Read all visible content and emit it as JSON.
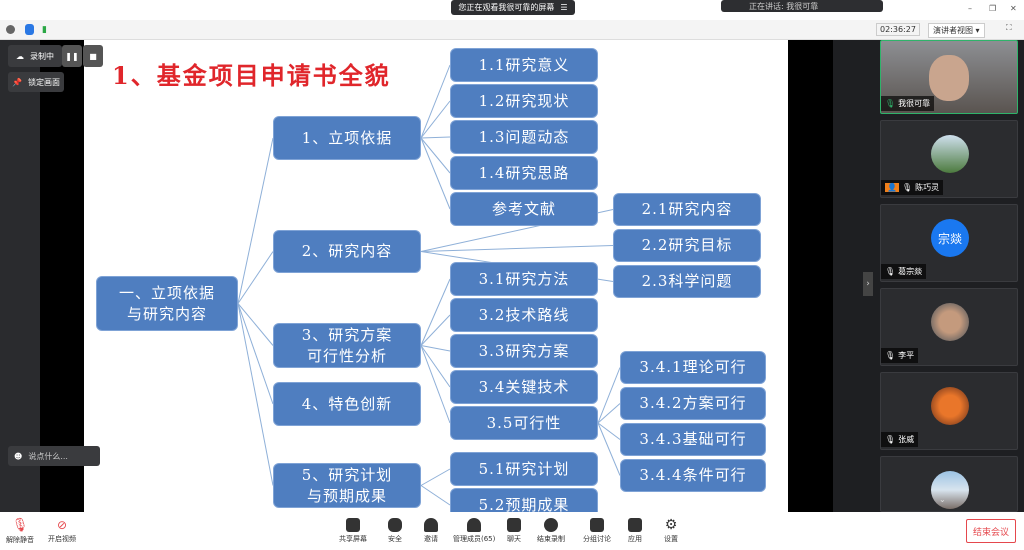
{
  "top": {
    "screen_notice": "您正在观看我很可靠的屏幕",
    "speaking": "正在讲话: 我很可靠",
    "window_controls": [
      "–",
      "❐",
      "✕"
    ]
  },
  "info": {
    "timer": "02:36:27",
    "view_mode": "演讲者视图"
  },
  "left": {
    "recording": "录制中",
    "pin": "锁定画面",
    "chat_placeholder": "说点什么..."
  },
  "slide": {
    "title": "1、基金项目申请书全貌",
    "root": "一、立项依据\n与研究内容",
    "level1": [
      "1、立项依据",
      "2、研究内容",
      "3、研究方案\n可行性分析",
      "4、特色创新",
      "5、研究计划\n与预期成果"
    ],
    "sub1": [
      "1.1研究意义",
      "1.2研究现状",
      "1.3问题动态",
      "1.4研究思路",
      "参考文献"
    ],
    "sub2": [
      "2.1研究内容",
      "2.2研究目标",
      "2.3科学问题"
    ],
    "sub3": [
      "3.1研究方法",
      "3.2技术路线",
      "3.3研究方案",
      "3.4关键技术",
      "3.5可行性"
    ],
    "sub34": [
      "3.4.1理论可行",
      "3.4.2方案可行",
      "3.4.3基础可行",
      "3.4.4条件可行"
    ],
    "sub5": [
      "5.1研究计划",
      "5.2预期成果"
    ]
  },
  "participants": [
    {
      "name": "我很可靠"
    },
    {
      "name": "陈巧灵"
    },
    {
      "name": "葛宗燚",
      "avatar_text": "宗燚"
    },
    {
      "name": "李平"
    },
    {
      "name": "张威"
    }
  ],
  "toolbar": {
    "unmute": "解除静音",
    "video": "开启视频",
    "share": "共享屏幕",
    "security": "安全",
    "invite": "邀请",
    "members": "管理成员(65)",
    "chat": "聊天",
    "record": "结束录制",
    "breakout": "分组讨论",
    "apps": "应用",
    "settings": "设置",
    "end": "结束会议"
  },
  "colors": {
    "box": "#4f7ec0",
    "title": "#e0262b",
    "end": "#e5484d"
  }
}
